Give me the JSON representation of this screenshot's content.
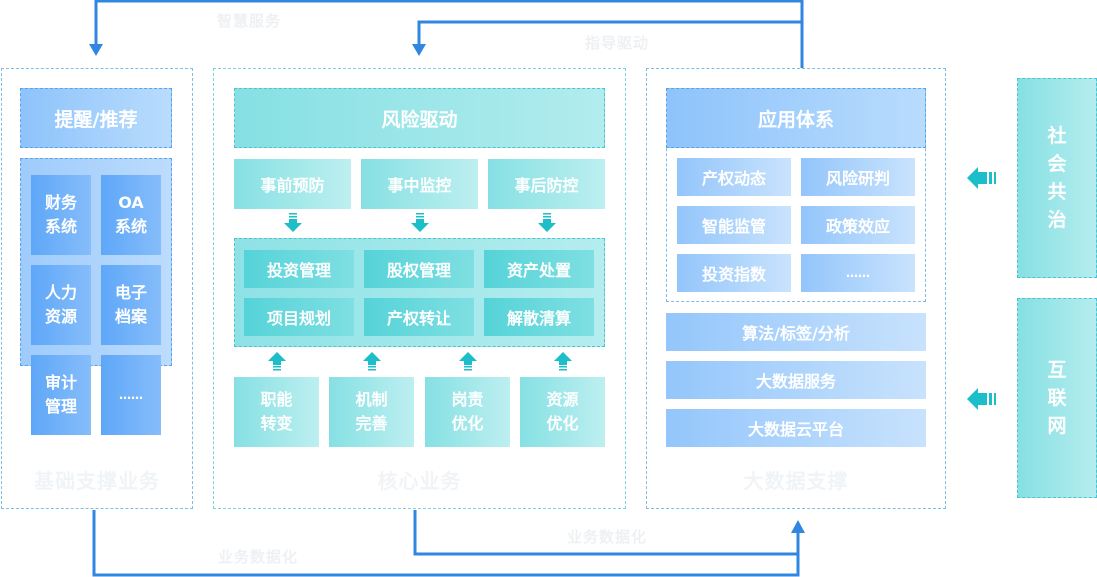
{
  "flows": {
    "top_outer": "智慧服务",
    "top_inner": "指导驱动",
    "bottom_outer": "业务数据化",
    "bottom_inner": "业务数据化"
  },
  "colors": {
    "flow_line": "#3187e0",
    "blue_accent": "#5ea7f8",
    "teal_accent": "#55d3d8",
    "arrow_teal": "#1cbfc9"
  },
  "left_panel": {
    "title": "基础支撑业务",
    "header": "提醒/推荐",
    "tiles": [
      {
        "line1": "财务",
        "line2": "系统"
      },
      {
        "line1": "OA",
        "line2": "系统"
      },
      {
        "line1": "人力",
        "line2": "资源"
      },
      {
        "line1": "电子",
        "line2": "档案"
      },
      {
        "line1": "审计",
        "line2": "管理"
      },
      {
        "line1": "……",
        "line2": ""
      }
    ]
  },
  "center_panel": {
    "title": "核心业务",
    "header": "风险驱动",
    "stages": [
      "事前预防",
      "事中监控",
      "事后防控"
    ],
    "core_items": [
      "投资管理",
      "股权管理",
      "资产处置",
      "项目规划",
      "产权转让",
      "解散清算"
    ],
    "foundations": [
      {
        "line1": "职能",
        "line2": "转变"
      },
      {
        "line1": "机制",
        "line2": "完善"
      },
      {
        "line1": "岗责",
        "line2": "优化"
      },
      {
        "line1": "资源",
        "line2": "优化"
      }
    ]
  },
  "right_panel": {
    "title": "大数据支撑",
    "header": "应用体系",
    "apps": [
      "产权动态",
      "风险研判",
      "智能监管",
      "政策效应",
      "投资指数",
      "……"
    ],
    "layers": [
      "算法/标签/分析",
      "大数据服务",
      "大数据云平台"
    ]
  },
  "external_sources": [
    {
      "label": "社会共治",
      "chars": [
        "社",
        "会",
        "共",
        "治"
      ]
    },
    {
      "label": "互联网",
      "chars": [
        "互",
        "联",
        "网"
      ]
    }
  ]
}
